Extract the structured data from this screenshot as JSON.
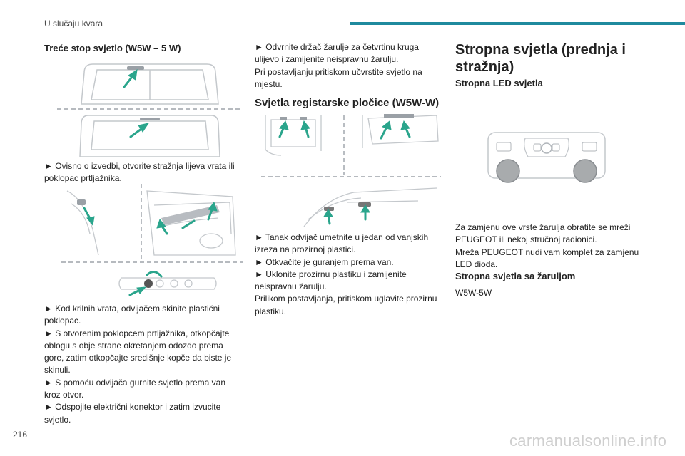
{
  "header": {
    "section": "U slučaju kvara",
    "accent_color": "#1f8a9e"
  },
  "page_number": "216",
  "watermark": "carmanualsonline.info",
  "col1": {
    "heading": "Treće stop svjetlo (W5W – 5 W)",
    "para1": "► Ovisno o izvedbi, otvorite stražnja lijeva vrata ili poklopac prtljažnika.",
    "para2_lines": [
      "► Kod krilnih vrata, odvijačem skinite plastični poklopac.",
      "► S otvorenim poklopcem prtljažnika, otkopčajte oblogu s obje strane okretanjem odozdo prema gore, zatim otkopčajte središnje kopče da biste je skinuli.",
      "► S pomoću odvijača gurnite svjetlo prema van kroz otvor.",
      "► Odspojite električni konektor i zatim izvucite svjetlo."
    ]
  },
  "col2": {
    "para1_lines": [
      "► Odvrnite držač žarulje za četvrtinu kruga ulijevo i zamijenite neispravnu žarulju.",
      "Pri postavljanju pritiskom učvrstite svjetlo na mjestu."
    ],
    "heading": "Svjetla registarske pločice (W5W-W)",
    "para2_lines": [
      "► Tanak odvijač umetnite u jedan od vanjskih izreza na prozirnoj plastici.",
      "► Otkvačite je guranjem prema van.",
      "► Uklonite prozirnu plastiku i zamijenite neispravnu žarulju.",
      "Prilikom postavljanja, pritiskom uglavite prozirnu plastiku."
    ]
  },
  "col3": {
    "title": "Stropna svjetla (prednja i stražnja)",
    "sub1": "Stropna LED svjetla",
    "para1_lines": [
      "Za zamjenu ove vrste žarulja obratite se mreži PEUGEOT ili nekoj stručnoj radionici.",
      "Mreža PEUGEOT nudi vam komplet za zamjenu LED dioda."
    ],
    "sub2": "Stropna svjetla sa žaruljom",
    "bulb": "W5W-5W"
  }
}
